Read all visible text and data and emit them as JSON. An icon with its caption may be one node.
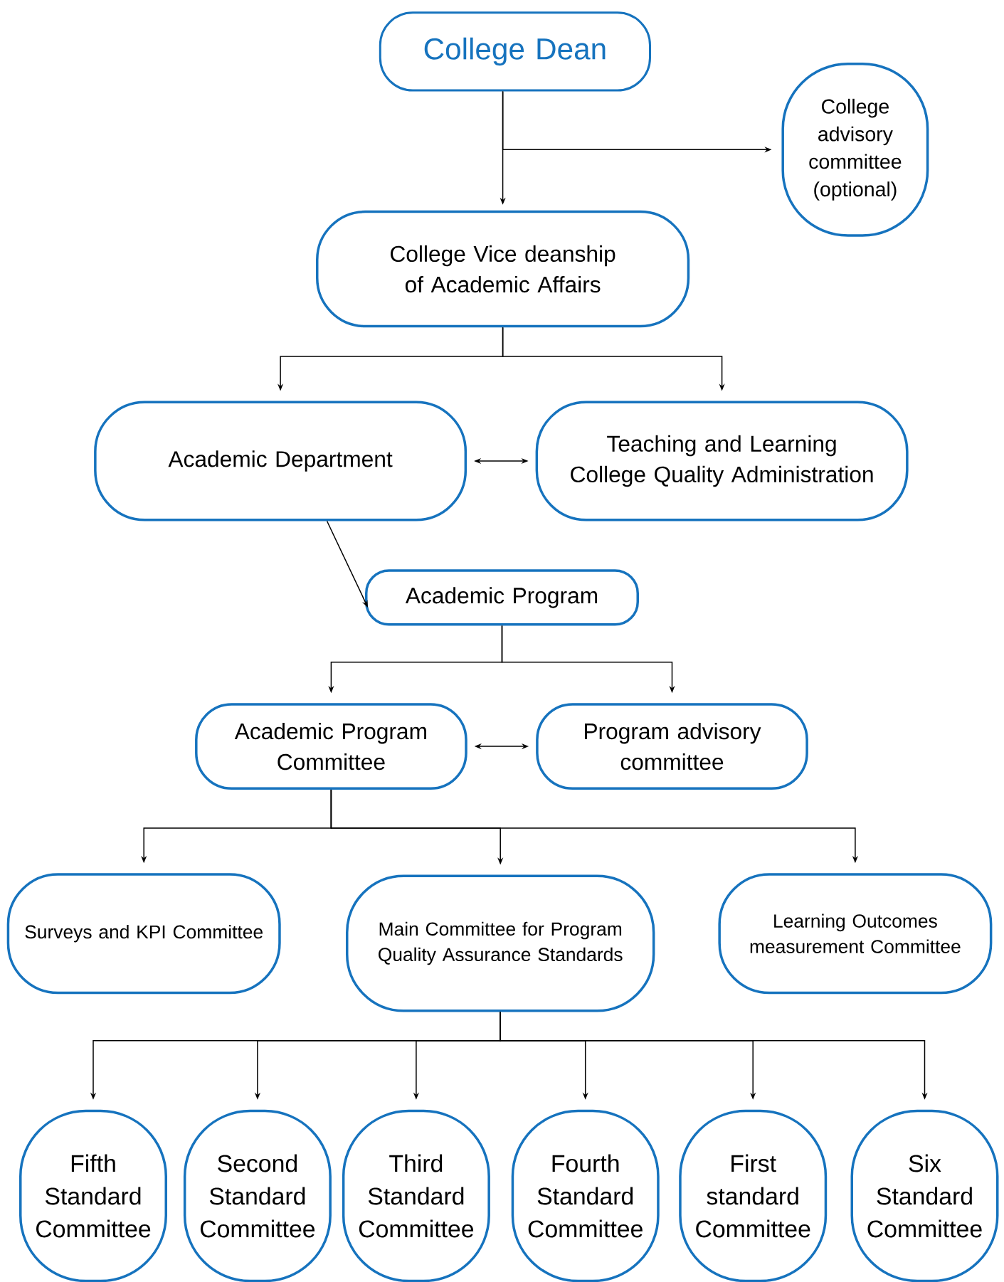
{
  "diagram": {
    "nodes": [
      {
        "text": [
          "College Dean"
        ]
      },
      {
        "text": [
          "College advisory committee (optional)"
        ]
      },
      {
        "text": [
          "College Vice deanship of Academic Affairs"
        ]
      },
      {
        "text": [
          "Academic Department"
        ]
      },
      {
        "text": [
          "Teaching and Learning College Quality Administration"
        ]
      },
      {
        "text": [
          "Academic Program"
        ]
      },
      {
        "text": [
          "Academic Program Committee"
        ]
      },
      {
        "text": [
          "Program advisory committee"
        ]
      },
      {
        "text": [
          "Surveys and KPI Committee"
        ]
      },
      {
        "text": [
          "Main Committee for Program Quality Assurance Standards"
        ]
      },
      {
        "text": [
          "Learning Outcomes measurement Committee"
        ]
      },
      {
        "text": [
          "Fifth Standard Committee"
        ]
      },
      {
        "text": [
          "Second Standard Committee"
        ]
      },
      {
        "text": [
          "Third Standard Committee"
        ]
      },
      {
        "text": [
          "Fourth Standard Committee"
        ]
      },
      {
        "text": [
          "First standard Committee"
        ]
      },
      {
        "text": [
          "Six Standard Committee"
        ]
      }
    ],
    "edges": [
      {
        "from": 0,
        "to": 2,
        "arrow": "to"
      },
      {
        "from": 0,
        "to": 1,
        "arrow": "to"
      },
      {
        "from": 2,
        "to": 3,
        "arrow": "to"
      },
      {
        "from": 2,
        "to": 4,
        "arrow": "to"
      },
      {
        "from": 3,
        "to": 4,
        "arrow": "both"
      },
      {
        "from": 3,
        "to": 5,
        "arrow": "to"
      },
      {
        "from": 5,
        "to": 6,
        "arrow": "to"
      },
      {
        "from": 5,
        "to": 7,
        "arrow": "to"
      },
      {
        "from": 6,
        "to": 7,
        "arrow": "both"
      },
      {
        "from": 6,
        "to": 8,
        "arrow": "to"
      },
      {
        "from": 6,
        "to": 9,
        "arrow": "to"
      },
      {
        "from": 6,
        "to": 10,
        "arrow": "to"
      },
      {
        "from": 9,
        "to": 11,
        "arrow": "to"
      },
      {
        "from": 9,
        "to": 12,
        "arrow": "to"
      },
      {
        "from": 9,
        "to": 13,
        "arrow": "to"
      },
      {
        "from": 9,
        "to": 14,
        "arrow": "to"
      },
      {
        "from": 9,
        "to": 15,
        "arrow": "to"
      },
      {
        "from": 9,
        "to": 16,
        "arrow": "to"
      }
    ]
  }
}
